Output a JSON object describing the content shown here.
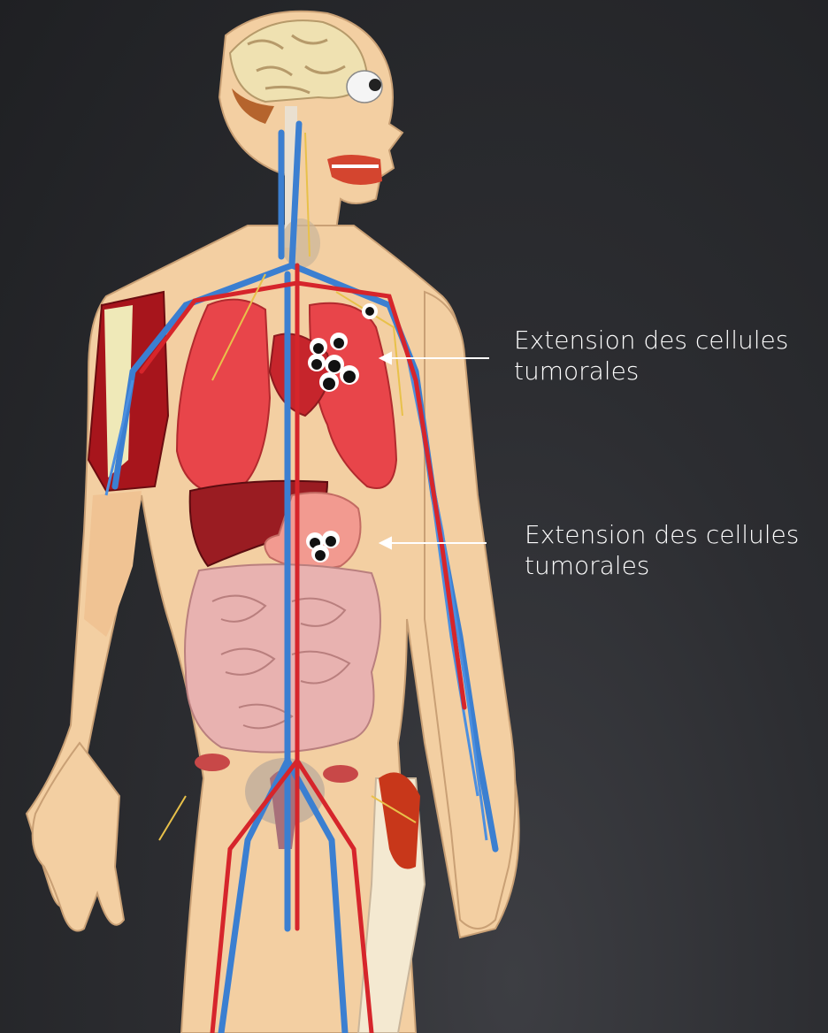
{
  "annotations": [
    {
      "line1": "Extension des cellules",
      "line2": "tumorales",
      "target": "poumon gauche"
    },
    {
      "line1": "Extension des cellules",
      "line2": "tumorales",
      "target": "estomac"
    }
  ],
  "colors": {
    "background": "#2c2d31",
    "skin": "#f3cfa2",
    "lung": "#e8454a",
    "liver": "#9a1c22",
    "vein": "#3b7fd1",
    "artery": "#d6252b",
    "intestine": "#e8b2b0",
    "tumor_cell": "#111111",
    "label_text": "#ffffff"
  }
}
